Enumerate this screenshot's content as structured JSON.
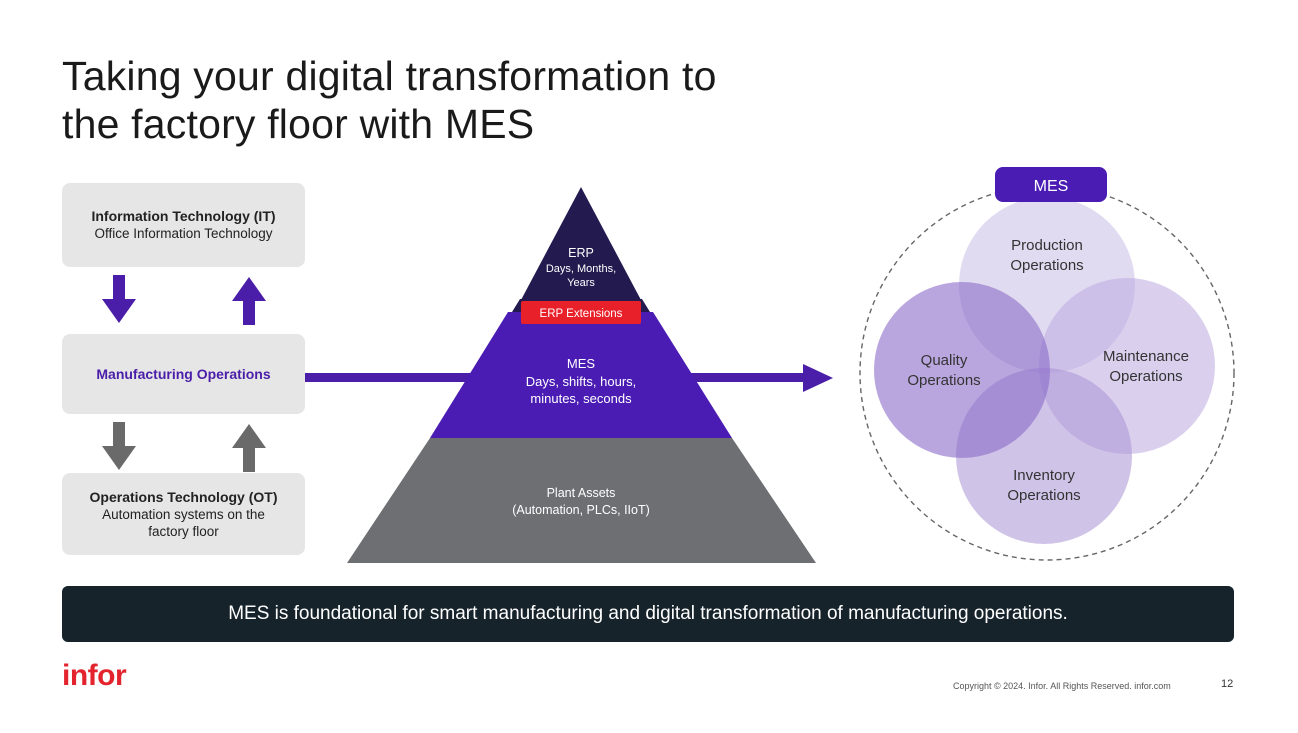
{
  "title": {
    "line1": "Taking your digital transformation to",
    "line2": "the factory floor with MES"
  },
  "left_stack": {
    "it": {
      "title": "Information Technology (IT)",
      "subtitle": "Office Information Technology"
    },
    "mo": {
      "title": "Manufacturing Operations"
    },
    "ot": {
      "title": "Operations Technology (OT)",
      "subtitle_line1": "Automation systems on the",
      "subtitle_line2": "factory floor"
    }
  },
  "pyramid": {
    "erp": {
      "title": "ERP",
      "line1": "Days, Months,",
      "line2": "Years"
    },
    "erp_extensions": "ERP Extensions",
    "mes": {
      "title": "MES",
      "line1": "Days, shifts, hours,",
      "line2": "minutes, seconds"
    },
    "plant": {
      "title": "Plant Assets",
      "line1": "(Automation, PLCs, IIoT)"
    }
  },
  "mes_circle": {
    "label": "MES",
    "production": {
      "line1": "Production",
      "line2": "Operations"
    },
    "quality": {
      "line1": "Quality",
      "line2": "Operations"
    },
    "maintenance": {
      "line1": "Maintenance",
      "line2": "Operations"
    },
    "inventory": {
      "line1": "Inventory",
      "line2": "Operations"
    }
  },
  "banner": "MES is foundational for smart manufacturing and digital transformation of manufacturing operations.",
  "footer": {
    "logo": "infor",
    "copyright": "Copyright © 2024. Infor. All Rights Reserved. infor.com",
    "page": "12"
  },
  "colors": {
    "erp_navy": "#231a4f",
    "mes_purple": "#4a1cb4",
    "plant_gray": "#6e6f72",
    "extensions_red": "#e8202a",
    "brand_red": "#e3232e",
    "arrow_purple": "#4a1ea8",
    "arrow_gray": "#6a6a6a",
    "banner_dark": "#17232b"
  }
}
